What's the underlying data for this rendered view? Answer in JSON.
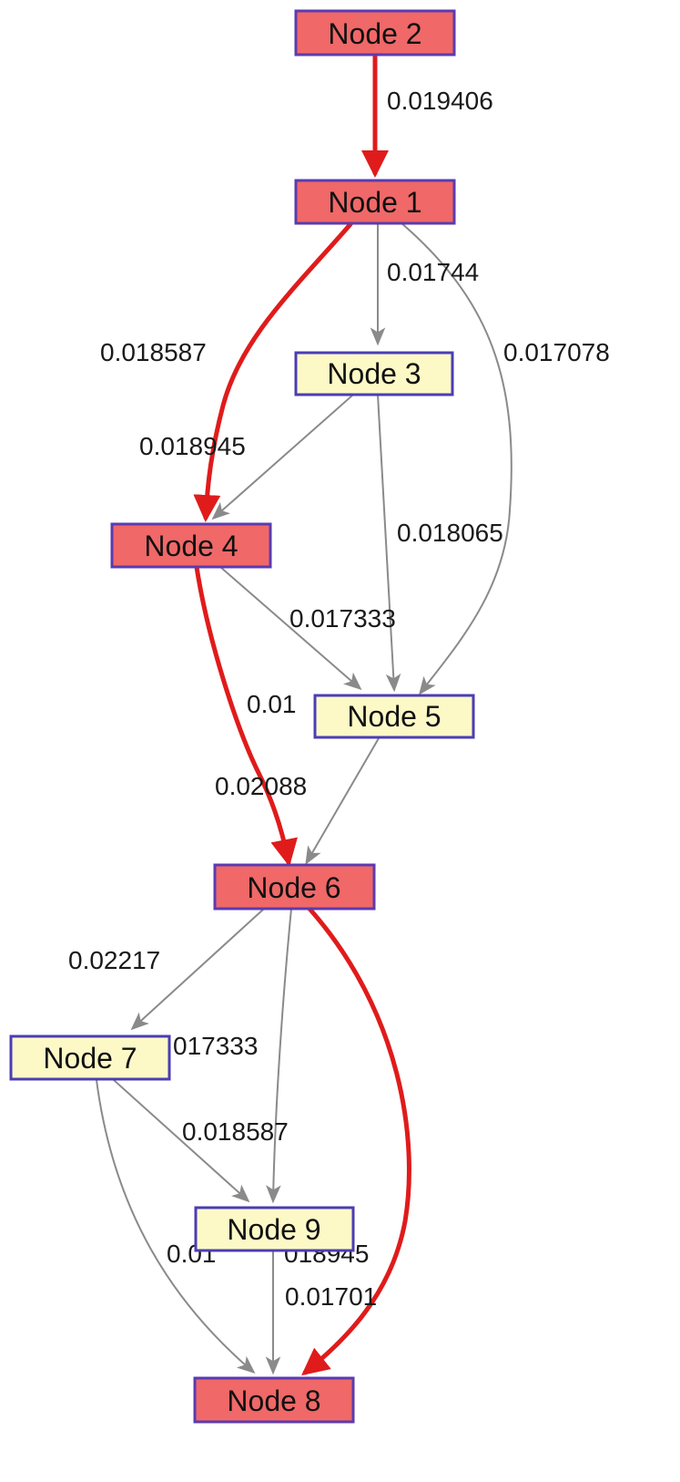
{
  "colors": {
    "critical_node_fill": "#f06868",
    "normal_node_fill": "#fdf9c6",
    "node_border": "#4b3db5",
    "critical_edge": "#e01b1b",
    "normal_edge": "#8a8a8a"
  },
  "nodes": {
    "n1": {
      "label": "Node 1",
      "critical": true
    },
    "n2": {
      "label": "Node 2",
      "critical": true
    },
    "n3": {
      "label": "Node 3",
      "critical": false
    },
    "n4": {
      "label": "Node 4",
      "critical": true
    },
    "n5": {
      "label": "Node 5",
      "critical": false
    },
    "n6": {
      "label": "Node 6",
      "critical": true
    },
    "n7": {
      "label": "Node 7",
      "critical": false
    },
    "n8": {
      "label": "Node 8",
      "critical": true
    },
    "n9": {
      "label": "Node 9",
      "critical": false
    }
  },
  "edges": {
    "e2_1": {
      "from": "Node 2",
      "to": "Node 1",
      "label": "0.019406",
      "critical": true
    },
    "e1_3": {
      "from": "Node 1",
      "to": "Node 3",
      "label": "0.01744",
      "critical": false
    },
    "e1_4": {
      "from": "Node 1",
      "to": "Node 4",
      "label": "0.018587",
      "critical": true
    },
    "e1_5": {
      "from": "Node 1",
      "to": "Node 5",
      "label": "0.017078",
      "critical": false
    },
    "e3_4": {
      "from": "Node 3",
      "to": "Node 4",
      "label": "0.018945",
      "critical": false
    },
    "e3_5": {
      "from": "Node 3",
      "to": "Node 5",
      "label": "0.018065",
      "critical": false
    },
    "e4_5": {
      "from": "Node 4",
      "to": "Node 5",
      "label": "0.017333",
      "critical": false
    },
    "e4_6": {
      "from": "Node 4",
      "to": "Node 6",
      "label": "0.01",
      "critical": true
    },
    "e5_6": {
      "from": "Node 5",
      "to": "Node 6",
      "label": "0.02088",
      "critical": false
    },
    "e6_7": {
      "from": "Node 6",
      "to": "Node 7",
      "label": "0.02217",
      "critical": false
    },
    "e6_9": {
      "from": "Node 6",
      "to": "Node 9",
      "label": "017333",
      "critical": false
    },
    "e6_8": {
      "from": "Node 6",
      "to": "Node 8",
      "label": "0.01701",
      "critical": true
    },
    "e7_9": {
      "from": "Node 7",
      "to": "Node 9",
      "label": "0.018587",
      "critical": false
    },
    "e7_8": {
      "from": "Node 7",
      "to": "Node 8",
      "label": "0.01",
      "critical": false
    },
    "e9_8": {
      "from": "Node 9",
      "to": "Node 8",
      "label": "018945",
      "critical": false
    }
  }
}
